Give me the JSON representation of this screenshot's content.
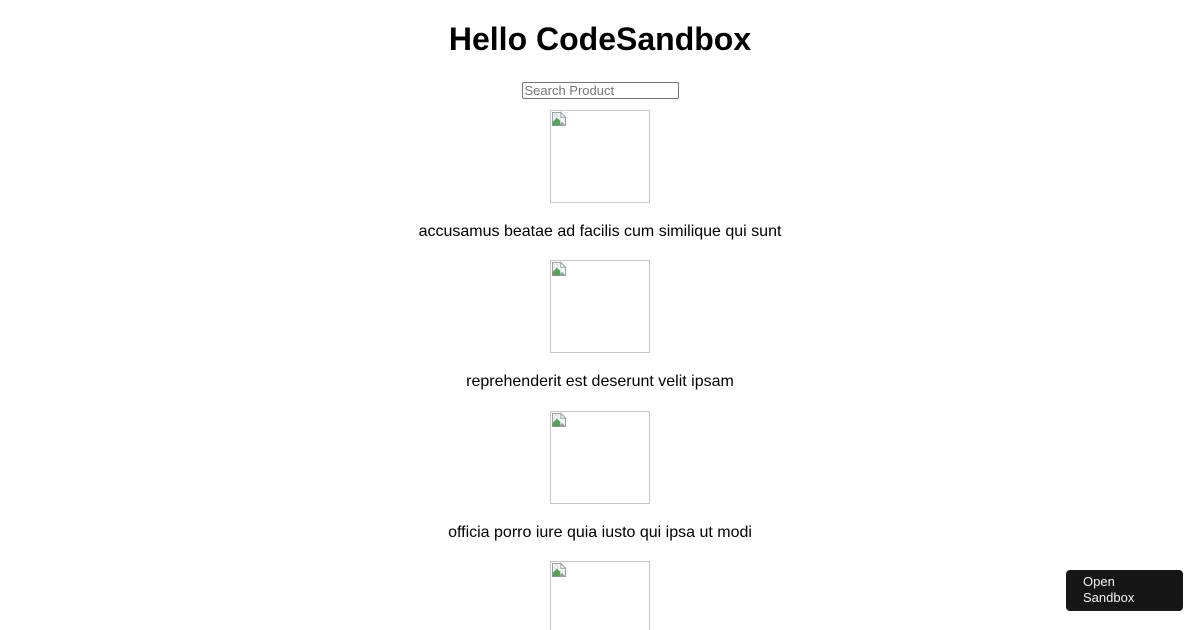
{
  "header": {
    "title": "Hello CodeSandbox"
  },
  "search": {
    "placeholder": "Search Product",
    "value": ""
  },
  "products": [
    {
      "name": "accusamus beatae ad facilis cum similique qui sunt",
      "image_state": "broken-image"
    },
    {
      "name": "reprehenderit est deserunt velit ipsam",
      "image_state": "broken-image"
    },
    {
      "name": "officia porro iure quia iusto qui ipsa ut modi",
      "image_state": "broken-image"
    },
    {
      "name": "",
      "image_state": "broken-image"
    }
  ],
  "badge": {
    "label": "Open Sandbox"
  },
  "colors": {
    "background": "#ffffff",
    "text": "#000000",
    "image_border": "#c6c6c6",
    "input_border": "#767676",
    "placeholder": "#757575",
    "badge_bg": "#161616",
    "badge_text": "#f5f5f5"
  }
}
